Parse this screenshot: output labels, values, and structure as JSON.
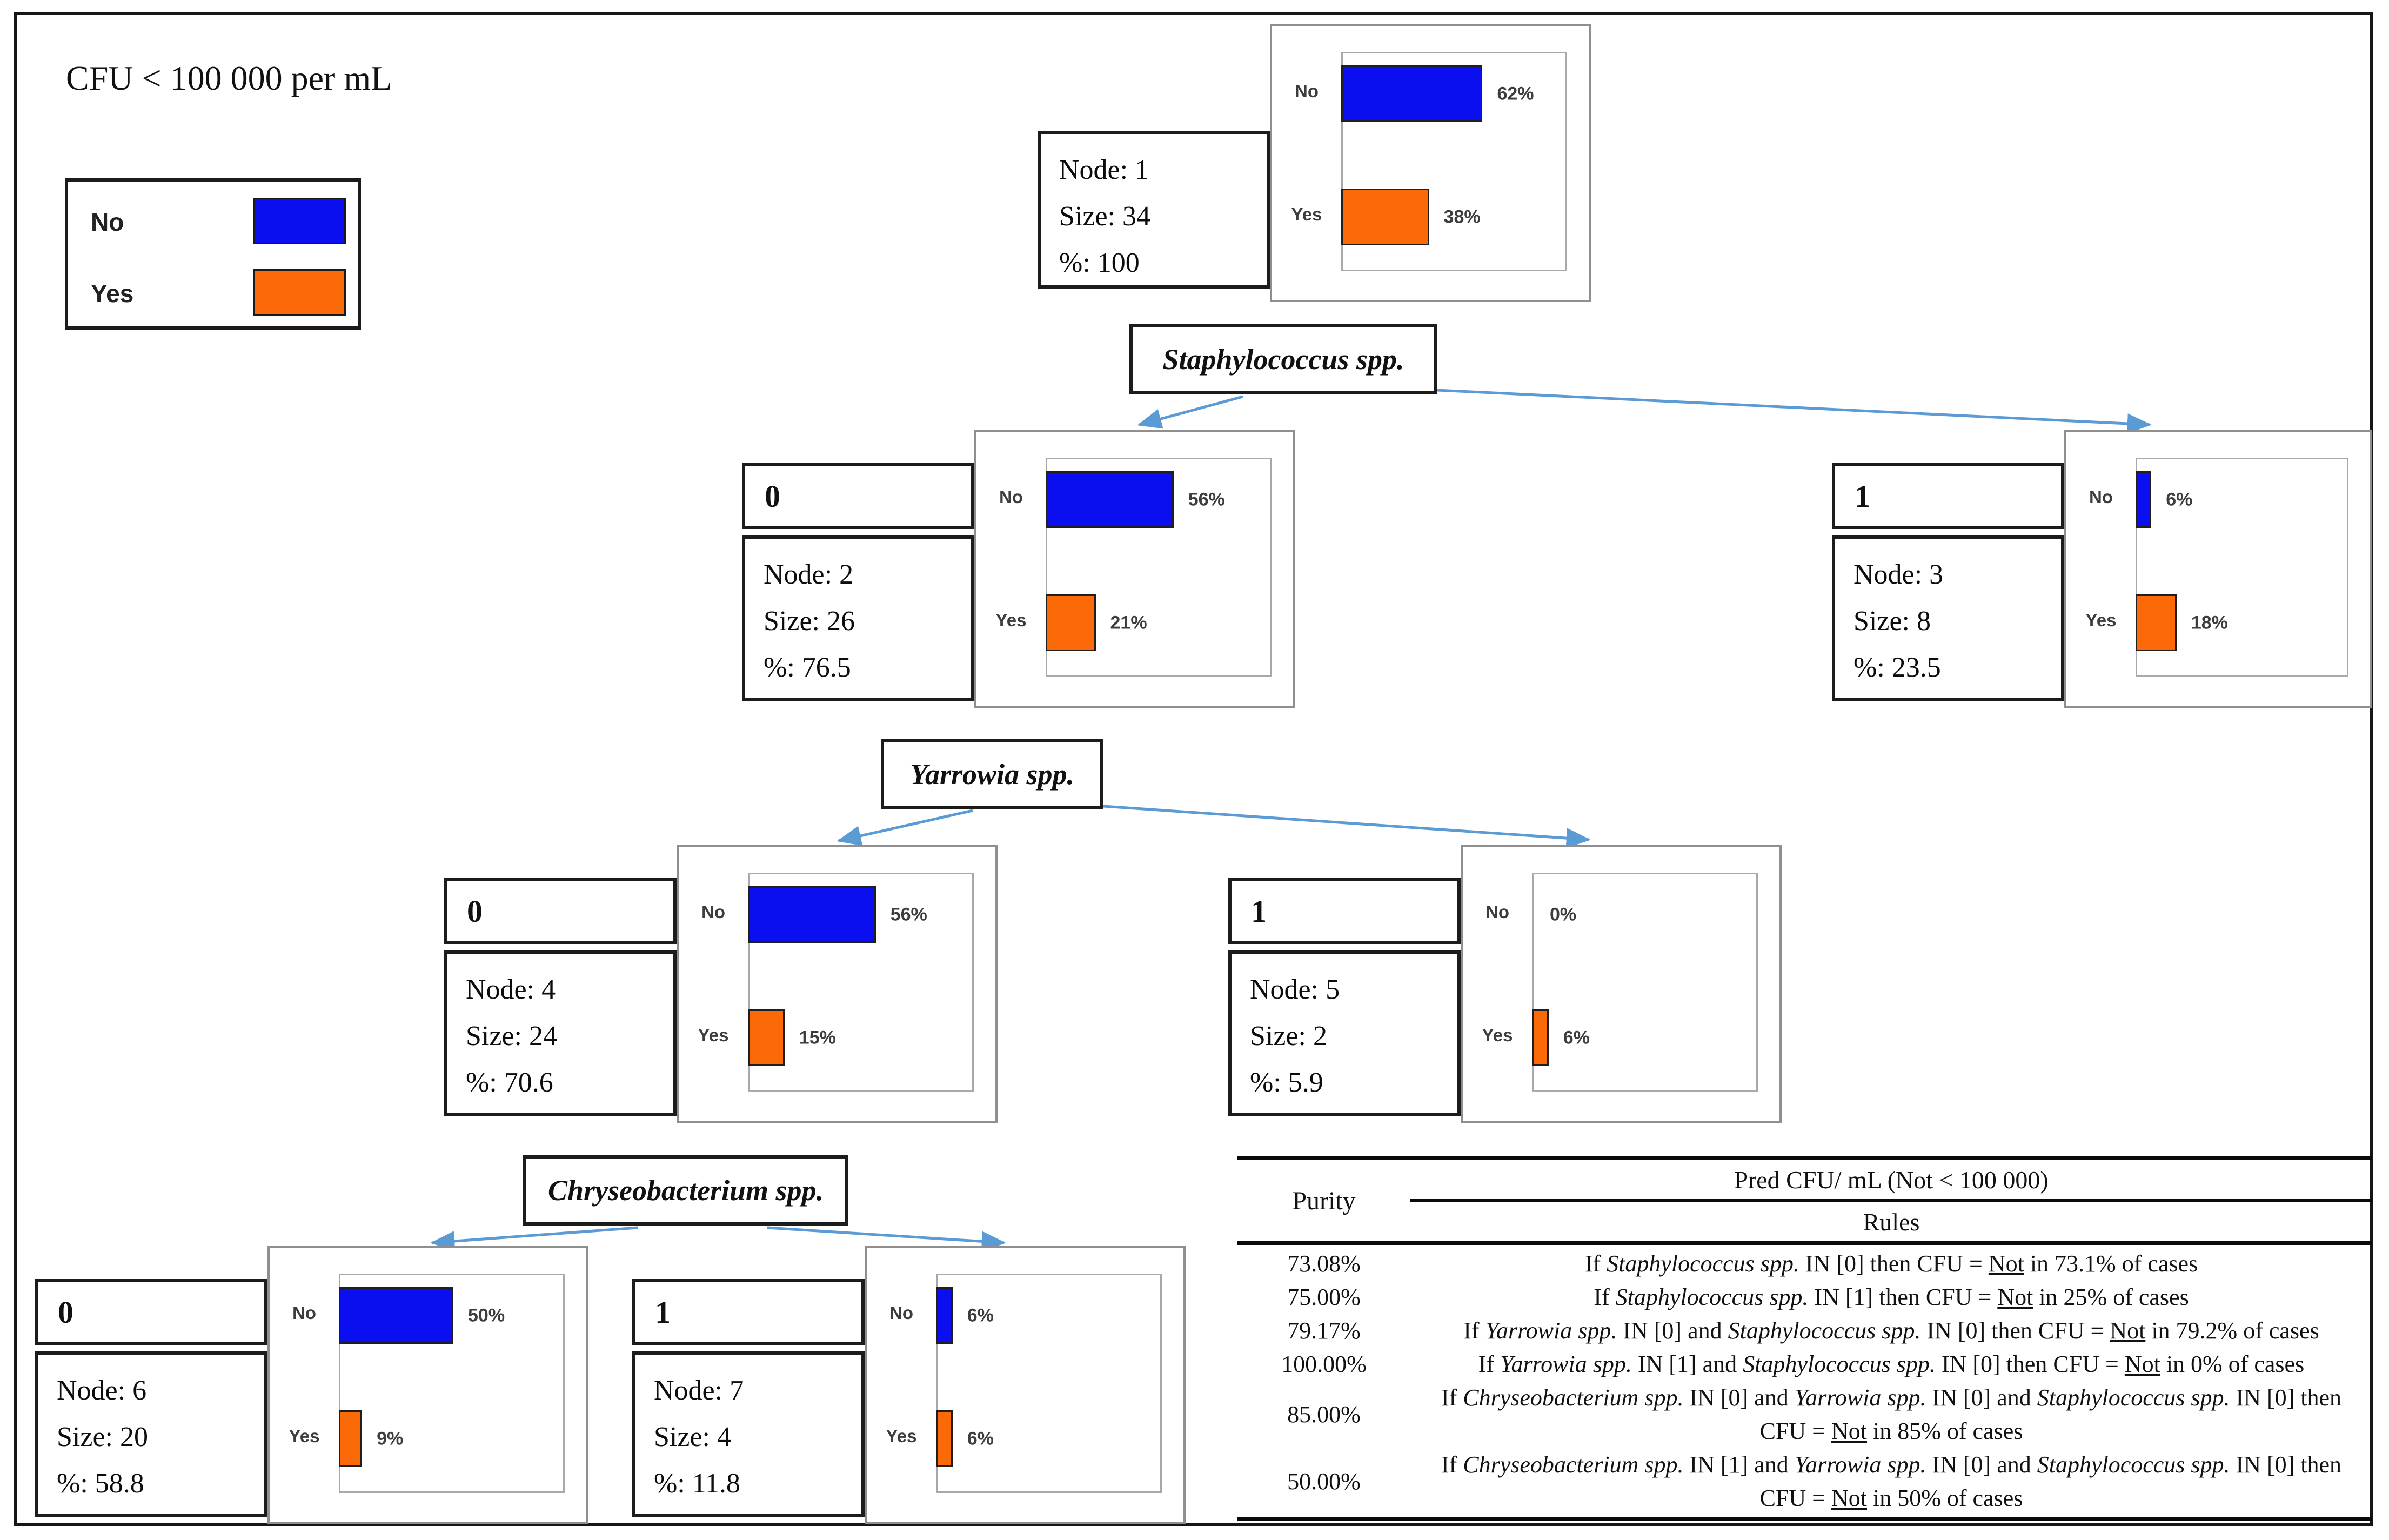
{
  "title": "CFU < 100 000 per mL",
  "colors": {
    "no_bar": "#0b0ff0",
    "yes_bar": "#fb6908",
    "arrow": "#5b9bd5"
  },
  "bar_categories": [
    "No",
    "Yes"
  ],
  "legend": {
    "items": [
      {
        "label": "No",
        "color": "#0b0ff0"
      },
      {
        "label": "Yes",
        "color": "#fb6908"
      }
    ]
  },
  "splits": [
    {
      "label": "Staphylococcus spp."
    },
    {
      "label": "Yarrowia spp."
    },
    {
      "label": "Chryseobacterium spp."
    }
  ],
  "nodes": [
    {
      "branch": null,
      "node_line": "Node: 1",
      "size_line": "Size: 34",
      "pct_line": "%: 100",
      "no_pct": 62,
      "no_text": "62%",
      "yes_pct": 38,
      "yes_text": "38%"
    },
    {
      "branch": "0",
      "node_line": "Node: 2",
      "size_line": "Size: 26",
      "pct_line": "%: 76.5",
      "no_pct": 56,
      "no_text": "56%",
      "yes_pct": 21,
      "yes_text": "21%"
    },
    {
      "branch": "1",
      "node_line": "Node: 3",
      "size_line": "Size: 8",
      "pct_line": "%: 23.5",
      "no_pct": 6,
      "no_text": "6%",
      "yes_pct": 18,
      "yes_text": "18%"
    },
    {
      "branch": "0",
      "node_line": "Node: 4",
      "size_line": "Size: 24",
      "pct_line": "%: 70.6",
      "no_pct": 56,
      "no_text": "56%",
      "yes_pct": 15,
      "yes_text": "15%"
    },
    {
      "branch": "1",
      "node_line": "Node: 5",
      "size_line": "Size: 2",
      "pct_line": "%: 5.9",
      "no_pct": 0,
      "no_text": "0%",
      "yes_pct": 6,
      "yes_text": "6%"
    },
    {
      "branch": "0",
      "node_line": "Node: 6",
      "size_line": "Size: 20",
      "pct_line": "%: 58.8",
      "no_pct": 50,
      "no_text": "50%",
      "yes_pct": 9,
      "yes_text": "9%"
    },
    {
      "branch": "1",
      "node_line": "Node: 7",
      "size_line": "Size: 4",
      "pct_line": "%: 11.8",
      "no_pct": 6,
      "no_text": "6%",
      "yes_pct": 6,
      "yes_text": "6%"
    }
  ],
  "table": {
    "col1_header": "Purity",
    "col2_header_top": "Pred CFU/ mL (Not < 100 000)",
    "col2_header_bottom": "Rules",
    "rows": [
      {
        "purity": "73.08%",
        "rule": [
          {
            "t": "If "
          },
          {
            "t": "Staphylococcus spp.",
            "i": true
          },
          {
            "t": " IN [0] then CFU = "
          },
          {
            "t": "Not",
            "u": true
          },
          {
            "t": " in 73.1% of cases"
          }
        ]
      },
      {
        "purity": "75.00%",
        "rule": [
          {
            "t": "If "
          },
          {
            "t": "Staphylococcus spp.",
            "i": true
          },
          {
            "t": " IN [1] then CFU = "
          },
          {
            "t": "Not",
            "u": true
          },
          {
            "t": " in 25% of cases"
          }
        ]
      },
      {
        "purity": "79.17%",
        "rule": [
          {
            "t": "If "
          },
          {
            "t": "Yarrowia spp.",
            "i": true
          },
          {
            "t": " IN [0] and "
          },
          {
            "t": "Staphylococcus spp.",
            "i": true
          },
          {
            "t": " IN [0] then CFU = "
          },
          {
            "t": "Not",
            "u": true
          },
          {
            "t": " in 79.2% of cases"
          }
        ]
      },
      {
        "purity": "100.00%",
        "rule": [
          {
            "t": "If "
          },
          {
            "t": "Yarrowia spp.",
            "i": true
          },
          {
            "t": " IN [1] and "
          },
          {
            "t": "Staphylococcus spp.",
            "i": true
          },
          {
            "t": " IN [0] then CFU = "
          },
          {
            "t": "Not",
            "u": true
          },
          {
            "t": " in 0% of cases"
          }
        ]
      },
      {
        "purity": "85.00%",
        "rule": [
          {
            "t": "If "
          },
          {
            "t": "Chryseobacterium spp.",
            "i": true
          },
          {
            "t": " IN [0] and "
          },
          {
            "t": "Yarrowia spp.",
            "i": true
          },
          {
            "t": " IN [0] and "
          },
          {
            "t": "Staphylococcus spp.",
            "i": true
          },
          {
            "t": " IN [0] then CFU = "
          },
          {
            "t": "Not",
            "u": true
          },
          {
            "t": " in 85% of cases"
          }
        ]
      },
      {
        "purity": "50.00%",
        "rule": [
          {
            "t": "If "
          },
          {
            "t": "Chryseobacterium spp.",
            "i": true
          },
          {
            "t": " IN [1] and "
          },
          {
            "t": "Yarrowia spp.",
            "i": true
          },
          {
            "t": " IN [0] and "
          },
          {
            "t": "Staphylococcus spp.",
            "i": true
          },
          {
            "t": " IN [0] then CFU = "
          },
          {
            "t": "Not",
            "u": true
          },
          {
            "t": " in 50% of cases"
          }
        ]
      }
    ]
  }
}
